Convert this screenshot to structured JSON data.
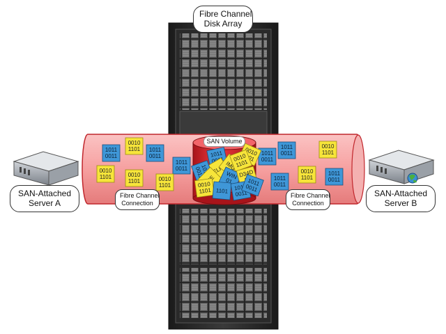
{
  "disk_array": {
    "line1": "Fibre Channel",
    "line2": "Disk Array"
  },
  "server_a": {
    "line1": "SAN-Attached",
    "line2": "Server A"
  },
  "server_b": {
    "line1": "SAN-Attached",
    "line2": "Server B"
  },
  "fc_connection_left": {
    "line1": "Fibre Channel",
    "line2": "Connection"
  },
  "fc_connection_right": {
    "line1": "Fibre Channel",
    "line2": "Connection"
  },
  "san_volume": "SAN Volume",
  "packets_flow": [
    {
      "kind": "blue",
      "text": [
        "1011",
        "0011"
      ]
    },
    {
      "kind": "yellow",
      "text": [
        "0010",
        "1101"
      ]
    },
    {
      "kind": "blue",
      "text": [
        "1011",
        "0011"
      ]
    },
    {
      "kind": "yellow",
      "text": [
        "0010",
        "1101"
      ]
    },
    {
      "kind": "yellow",
      "text": [
        "0010",
        "1101"
      ]
    },
    {
      "kind": "blue",
      "text": [
        "1011",
        "0011"
      ]
    },
    {
      "kind": "yellow",
      "text": [
        "0010",
        "1101"
      ]
    },
    {
      "kind": "blue",
      "text": [
        "1011",
        "0011"
      ]
    },
    {
      "kind": "blue",
      "text": [
        "1011",
        "0011"
      ]
    },
    {
      "kind": "yellow",
      "text": [
        "0010",
        "1101"
      ]
    },
    {
      "kind": "blue",
      "text": [
        "1011",
        "0011"
      ]
    },
    {
      "kind": "yellow",
      "text": [
        "0010",
        "1101"
      ]
    },
    {
      "kind": "blue",
      "text": [
        "1011",
        "0011"
      ]
    }
  ],
  "packets_volume": [
    {
      "kind": "blue",
      "text": [
        "1011",
        "0011"
      ]
    },
    {
      "kind": "yellow",
      "text": [
        "0010",
        "1101"
      ]
    },
    {
      "kind": "yellow",
      "text": [
        "ELP"
      ]
    },
    {
      "kind": "yellow",
      "text": [
        "IMG"
      ]
    },
    {
      "kind": "yellow",
      "text": [
        "0010",
        "1101"
      ]
    },
    {
      "kind": "blue",
      "text": [
        "1011",
        "0011"
      ]
    },
    {
      "kind": "yellow",
      "text": [
        "ME"
      ]
    },
    {
      "kind": "blue",
      "text": [
        "WIN",
        "01"
      ]
    },
    {
      "kind": "yellow",
      "text": [
        "D34D",
        "3F"
      ]
    },
    {
      "kind": "yellow",
      "text": [
        "0010",
        "1101"
      ]
    },
    {
      "kind": "blue",
      "text": [
        "1101"
      ]
    },
    {
      "kind": "blue",
      "text": [
        "1011",
        "0011"
      ]
    },
    {
      "kind": "blue",
      "text": [
        "1011",
        "0011"
      ]
    }
  ],
  "colors": {
    "pipe": "#f6a3a3",
    "pipe_edge": "#c0262c",
    "volume": "#e8202a",
    "packet_blue": "#3f97d8",
    "packet_yellow": "#f7e53a",
    "rack": "#2c2c2c"
  },
  "icons": {
    "server": "server-icon",
    "globe": "globe-icon",
    "rack": "rack-icon"
  }
}
